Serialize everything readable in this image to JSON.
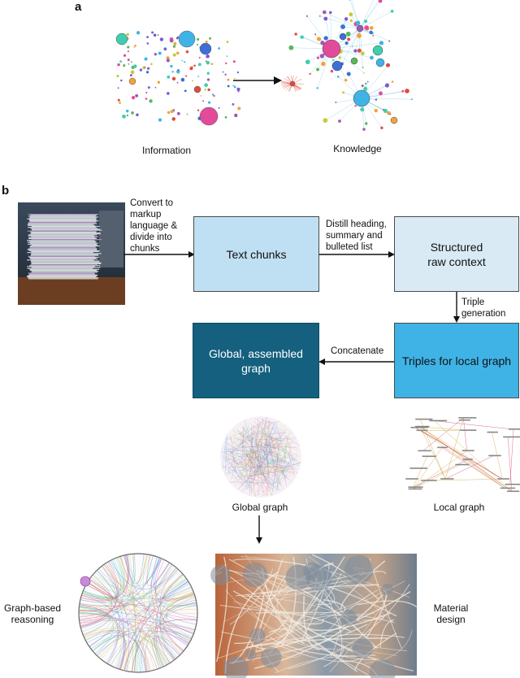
{
  "panel_a": {
    "letter": "a",
    "left_caption": "Information",
    "right_caption": "Knowledge"
  },
  "panel_b": {
    "letter": "b",
    "step1_note": [
      "Convert to",
      "markup",
      "language &",
      "divide into",
      "chunks"
    ],
    "box_text_chunks": "Text chunks",
    "step2_note": [
      "Distill heading,",
      "summary and",
      "bulleted list"
    ],
    "box_structured": [
      "Structured",
      "raw context"
    ],
    "step3_note": [
      "Triple",
      "generation"
    ],
    "box_triples": "Triples for local graph",
    "step4_note": "Concatenate",
    "box_global": [
      "Global, assembled",
      "graph"
    ],
    "global_graph_caption": "Global graph",
    "local_graph_caption": "Local graph",
    "reasoning_caption": [
      "Graph-based",
      "reasoning"
    ],
    "material_caption": [
      "Material",
      "design"
    ]
  },
  "colors": {
    "box_light": "#bfe0f2",
    "box_pale": "#d9eaf5",
    "box_mid": "#3fb3e6",
    "box_dark": "#14607e"
  }
}
